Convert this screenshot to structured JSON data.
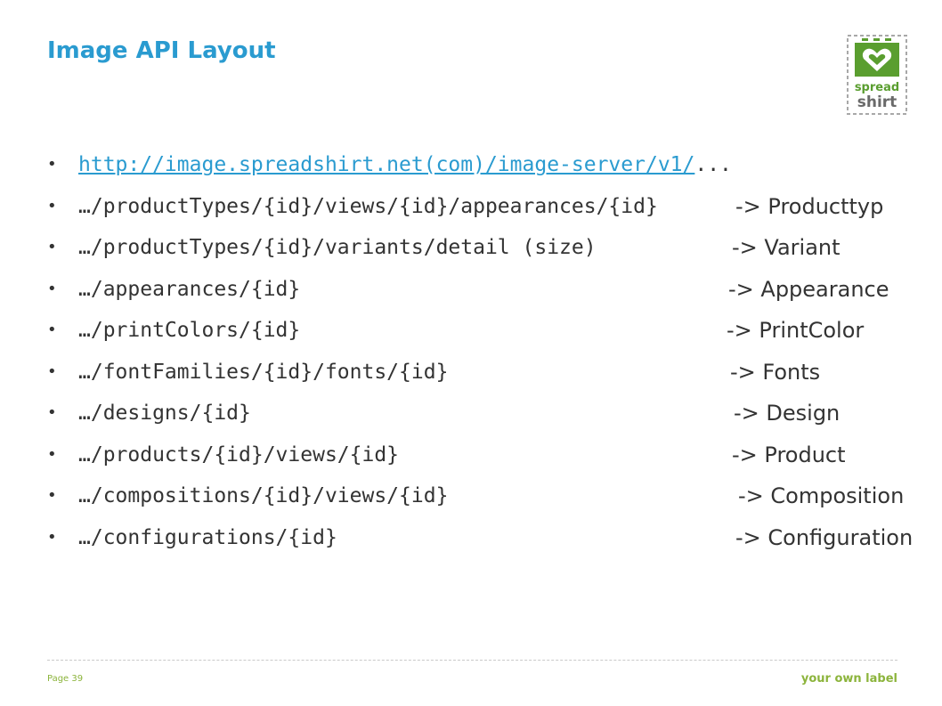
{
  "slide": {
    "title": "Image API Layout",
    "page_label": "Page 39",
    "footer_label": "your own label"
  },
  "logo": {
    "text_line1": "spread",
    "text_line2": "shirt",
    "brand_color": "#5a9e2f"
  },
  "colors": {
    "title": "#2a9bd0",
    "link": "#2a9bd0",
    "footer": "#8cb43c",
    "text": "#333333"
  },
  "bullets": [
    {
      "link": "http://image.spreadshirt.net(com)/image-server/v1/",
      "path": "...",
      "target": ""
    },
    {
      "link": "",
      "path": "…/productTypes/{id}/views/{id}/appearances/{id}",
      "target": "-> Producttyp"
    },
    {
      "link": "",
      "path": "…/productTypes/{id}/variants/detail (size)",
      "target": "-> Variant"
    },
    {
      "link": "",
      "path": "…/appearances/{id}",
      "target": "-> Appearance"
    },
    {
      "link": "",
      "path": "…/printColors/{id}",
      "target": "-> PrintColor"
    },
    {
      "link": "",
      "path": "…/fontFamilies/{id}/fonts/{id}",
      "target": "-> Fonts"
    },
    {
      "link": "",
      "path": "…/designs/{id}",
      "target": "-> Design"
    },
    {
      "link": "",
      "path": "…/products/{id}/views/{id}",
      "target": "-> Product"
    },
    {
      "link": "",
      "path": "…/compositions/{id}/views/{id}",
      "target": "-> Composition"
    },
    {
      "link": "",
      "path": "…/configurations/{id}",
      "target": "-> Configuration"
    }
  ]
}
